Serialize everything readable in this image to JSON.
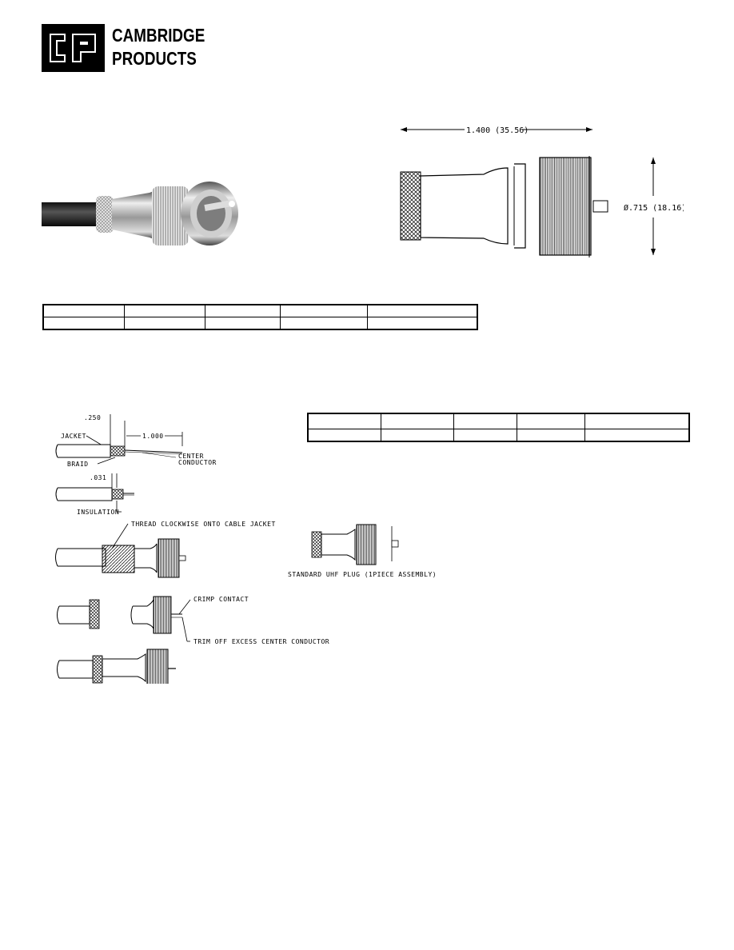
{
  "brand": {
    "line1": "CAMBRIDGE",
    "line2": "PRODUCTS"
  },
  "dims": {
    "length": "1.400 (35.56)",
    "diameter": "Ø.715 (18.16)"
  },
  "prep": {
    "d250": ".250",
    "jacket": "JACKET",
    "d1000": "1.000",
    "center": "CENTER",
    "conductor": "CONDUCTOR",
    "braid": "BRAID",
    "d031": ".031",
    "insulation": "INSULATION",
    "thread": "THREAD CLOCKWISE ONTO CABLE JACKET",
    "standard": "STANDARD UHF PLUG  (1PIECE ASSEMBLY)",
    "crimp": "CRIMP CONTACT",
    "trim": "TRIM OFF EXCESS CENTER CONDUCTOR"
  },
  "colors": {
    "ink": "#000000",
    "paper": "#ffffff"
  }
}
